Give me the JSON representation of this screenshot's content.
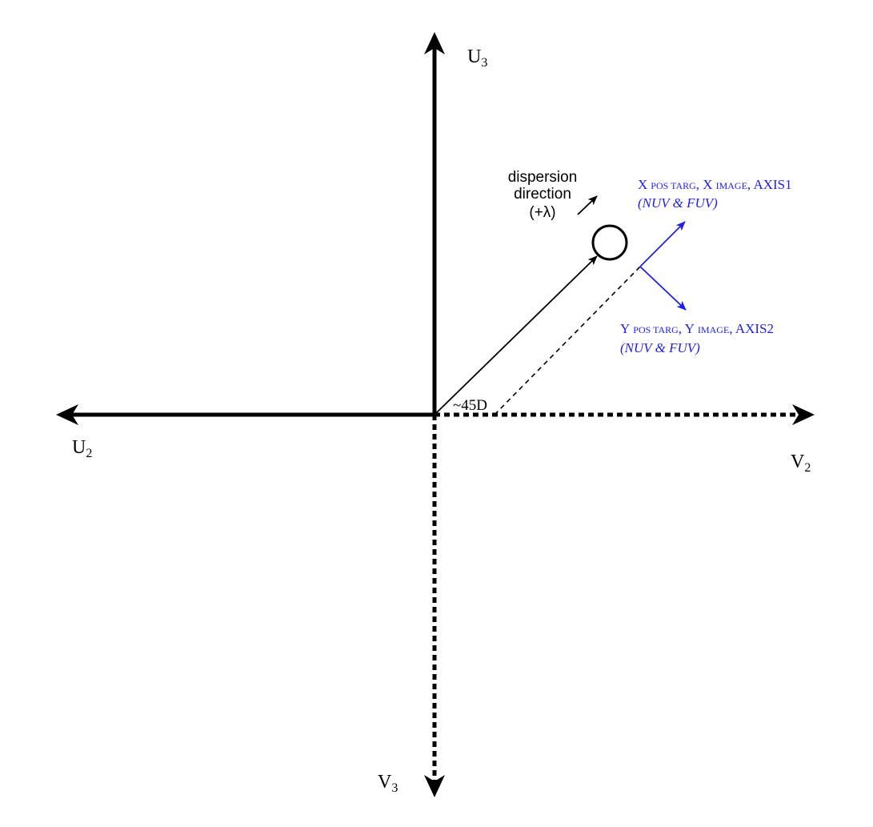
{
  "axes": {
    "u3": {
      "main": "U",
      "sub": "3"
    },
    "u2": {
      "main": "U",
      "sub": "2"
    },
    "v2": {
      "main": "V",
      "sub": "2"
    },
    "v3": {
      "main": "V",
      "sub": "3"
    }
  },
  "dispersion": {
    "line1": "dispersion",
    "line2": "direction",
    "line3": "(+λ)"
  },
  "angle_label": "~45D",
  "x_axis_label": {
    "x1": "X",
    "x1_sub": "POS TARG",
    "sep1": ", X",
    "x2_sub": "IMAGE",
    "tail": ", AXIS1",
    "note": "(NUV & FUV)"
  },
  "y_axis_label": {
    "y1": "Y",
    "y1_sub": "POS TARG",
    "sep1": ", Y",
    "y2_sub": "IMAGE",
    "tail": ", AXIS2",
    "note": "(NUV & FUV)"
  },
  "colors": {
    "axis": "#000000",
    "blue": "#1f1fe6"
  }
}
